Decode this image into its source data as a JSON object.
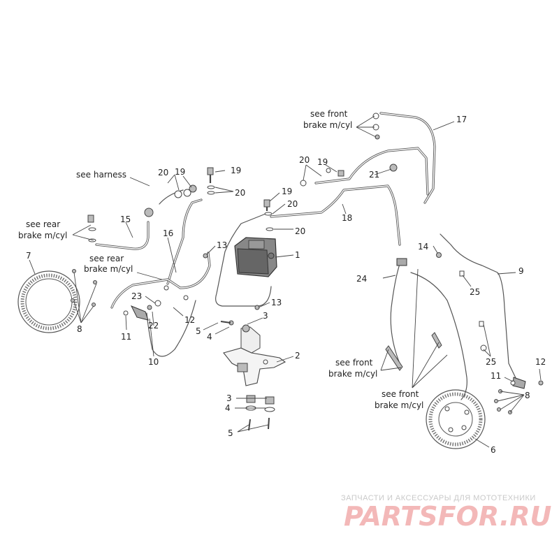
{
  "title": "",
  "callouts": {
    "n1": "1",
    "n2": "2",
    "n3a": "3",
    "n3b": "3",
    "n4a": "4",
    "n4b": "4",
    "n5a": "5",
    "n5b": "5",
    "n6": "6",
    "n7": "7",
    "n8a": "8",
    "n8b": "8",
    "n9": "9",
    "n10": "10",
    "n11a": "11",
    "n11b": "11",
    "n12a": "12",
    "n12b": "12",
    "n13a": "13",
    "n13b": "13",
    "n14": "14",
    "n15": "15",
    "n16": "16",
    "n17": "17",
    "n18": "18",
    "n19a": "19",
    "n19b": "19",
    "n19c": "19",
    "n19d": "19",
    "n20a": "20",
    "n20b": "20",
    "n20c": "20",
    "n20d": "20",
    "n20e": "20",
    "n21": "21",
    "n22": "22",
    "n23": "23",
    "n24": "24",
    "n25a": "25",
    "n25b": "25"
  },
  "notes": {
    "front_mcyl_top_l1": "see front",
    "front_mcyl_top_l2": "brake m/cyl",
    "harness": "see harness",
    "rear_mcyl_1_l1": "see rear",
    "rear_mcyl_1_l2": "brake m/cyl",
    "rear_mcyl_2_l1": "see rear",
    "rear_mcyl_2_l2": "brake m/cyl",
    "front_mcyl_mid_l1": "see front",
    "front_mcyl_mid_l2": "brake m/cyl",
    "front_mcyl_low_l1": "see front",
    "front_mcyl_low_l2": "brake m/cyl"
  },
  "watermark": {
    "tagline": "ЗАПЧАСТИ И АКСЕССУАРЫ ДЛЯ МОТОТЕХНИКИ",
    "brand": "PARTSFOR.RU"
  }
}
